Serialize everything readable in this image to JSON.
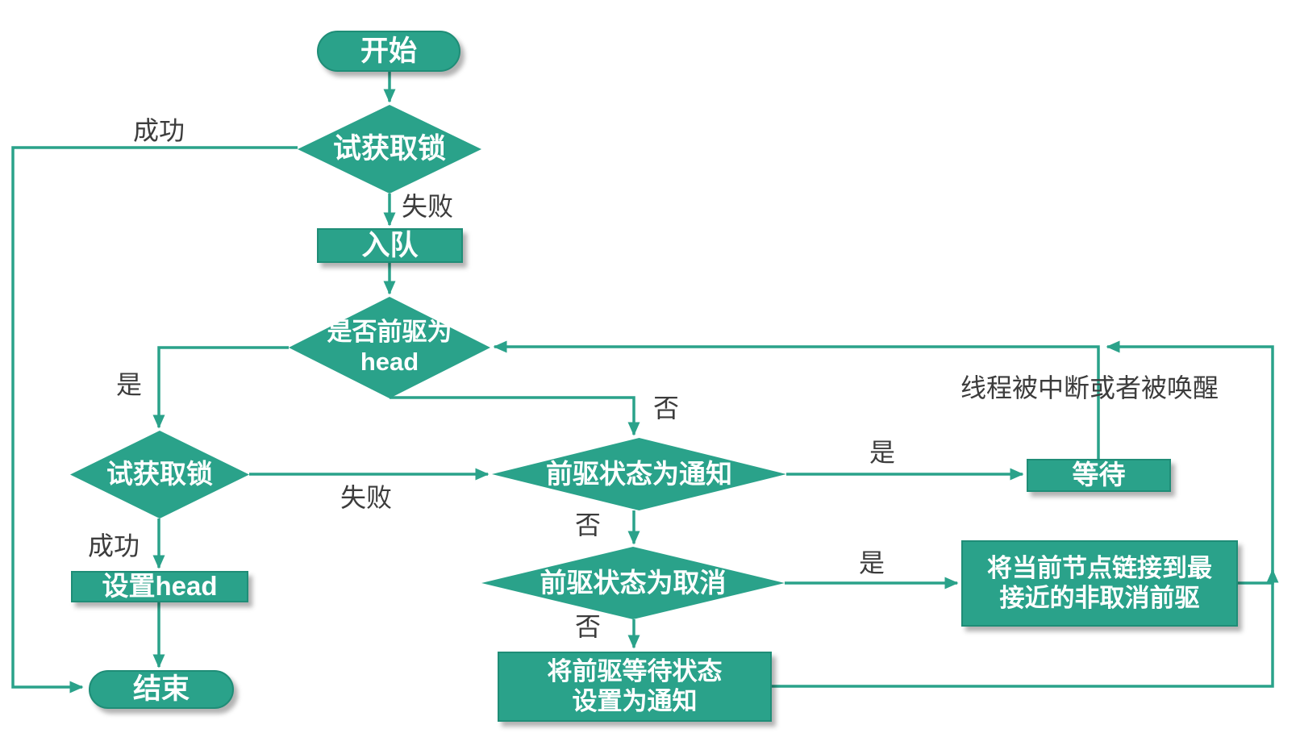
{
  "colors": {
    "accent": "#2aa28a",
    "node_fill": "#2aa28a",
    "node_border": "#1f8d77",
    "node_text": "#ffffff",
    "label_text": "#3c3c3c",
    "background": "#ffffff"
  },
  "nodes": {
    "start": {
      "label": "开始",
      "shape": "terminator"
    },
    "try_acquire_top": {
      "label": "试获取锁",
      "shape": "decision"
    },
    "enqueue": {
      "label": "入队",
      "shape": "process"
    },
    "pred_is_head": {
      "label": "是否前驱为\nhead",
      "shape": "decision"
    },
    "try_acquire_left": {
      "label": "试获取锁",
      "shape": "decision"
    },
    "set_head": {
      "label": "设置head",
      "shape": "process"
    },
    "end": {
      "label": "结束",
      "shape": "terminator"
    },
    "pred_status_signal": {
      "label": "前驱状态为通知",
      "shape": "decision"
    },
    "wait": {
      "label": "等待",
      "shape": "process"
    },
    "pred_status_cancelled": {
      "label": "前驱状态为取消",
      "shape": "decision"
    },
    "link_to_noncancelled": {
      "label": "将当前节点链接到最\n接近的非取消前驱",
      "shape": "process"
    },
    "set_pred_signal": {
      "label": "将前驱等待状态\n设置为通知",
      "shape": "process"
    }
  },
  "edge_labels": {
    "success_top": "成功",
    "fail_top": "失败",
    "yes_head": "是",
    "no_head": "否",
    "success_left": "成功",
    "fail_left": "失败",
    "yes_signal": "是",
    "no_signal": "否",
    "yes_cancelled": "是",
    "no_cancelled": "否",
    "wakeup_note": "线程被中断或者被唤醒"
  }
}
